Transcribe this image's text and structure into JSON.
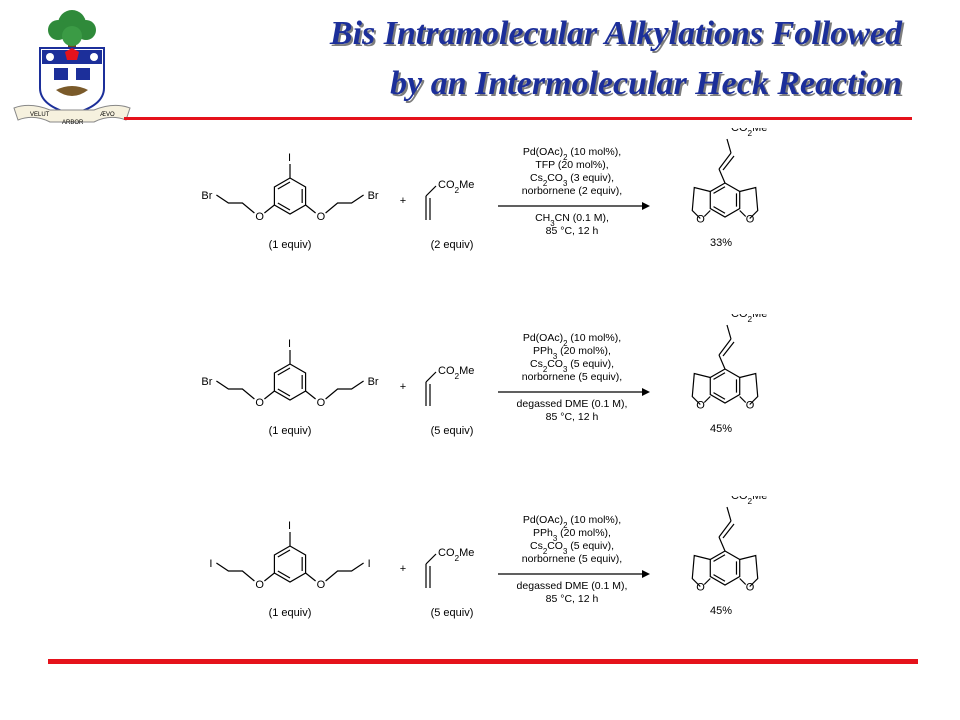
{
  "header": {
    "title_line1": "Bis Intramolecular Alkylations Followed",
    "title_line2": "by an Intermolecular Heck Reaction"
  },
  "logo": {
    "description_icon": "university-crest-icon",
    "motto_left": "VELUT",
    "motto_center": "ARBOR",
    "motto_right": "ÆVO"
  },
  "colors": {
    "title": "#1c2f9a",
    "rule": "#e5121b"
  },
  "schemes": [
    {
      "halide": "Br",
      "plus": "+",
      "arene_iodide": "I",
      "ester": "CO2Me",
      "reactant1_amount": "(1 equiv)",
      "reactant2_amount": "(2 equiv)",
      "conditions_above": [
        "Pd(OAc)2 (10 mol%),",
        "TFP (20 mol%),",
        "Cs2CO3 (3 equiv),",
        "norbornene (2 equiv),"
      ],
      "conditions_below": [
        "CH3CN (0.1 M),",
        "85 °C, 12 h"
      ],
      "yield": "33%"
    },
    {
      "halide": "Br",
      "plus": "+",
      "arene_iodide": "I",
      "ester": "CO2Me",
      "reactant1_amount": "(1 equiv)",
      "reactant2_amount": "(5 equiv)",
      "conditions_above": [
        "Pd(OAc)2 (10 mol%),",
        "PPh3 (20 mol%),",
        "Cs2CO3 (5 equiv),",
        "norbornene (5 equiv),"
      ],
      "conditions_below": [
        "degassed DME (0.1 M),",
        "85 °C, 12 h"
      ],
      "yield": "45%"
    },
    {
      "halide": "I",
      "plus": "+",
      "arene_iodide": "I",
      "ester": "CO2Me",
      "reactant1_amount": "(1 equiv)",
      "reactant2_amount": "(5 equiv)",
      "conditions_above": [
        "Pd(OAc)2 (10 mol%),",
        "PPh3 (20 mol%),",
        "Cs2CO3 (5 equiv),",
        "norbornene (5 equiv),"
      ],
      "conditions_below": [
        "degassed DME (0.1 M),",
        "85 °C, 12 h"
      ],
      "yield": "45%"
    }
  ]
}
